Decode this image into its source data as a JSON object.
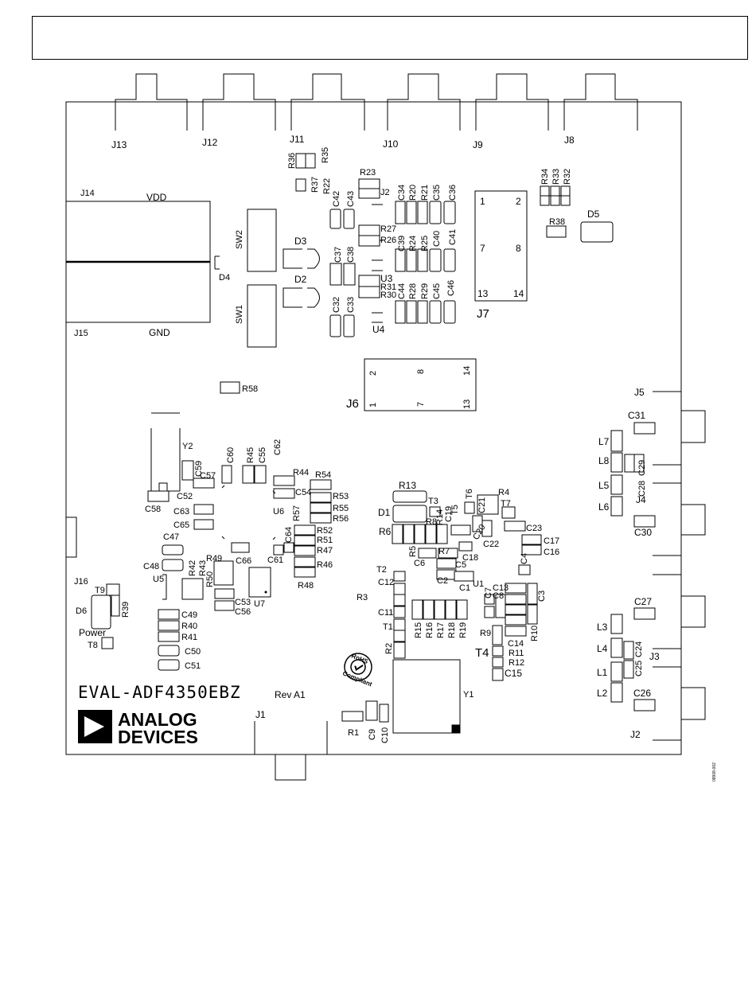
{
  "board": {
    "name": "EVAL-ADF4350EBZ",
    "revision": "Rev A1",
    "logo_line1": "ANALOG",
    "logo_line2": "DEVICES",
    "rohs_line1": "RoHS",
    "rohs_line2": "Compliant",
    "figure_id": "08908-002",
    "power_label": "Power"
  },
  "connectors": {
    "top": [
      "J13",
      "J12",
      "J11",
      "J10",
      "J9",
      "J8"
    ],
    "right": [
      "J5",
      "J4",
      "J3",
      "J2"
    ],
    "bottom": "J1",
    "j14": "J14",
    "j15": "J15",
    "j16": "J16",
    "vdd": "VDD",
    "gnd": "GND"
  },
  "headers": {
    "j7": {
      "name": "J7",
      "pins": [
        "1",
        "2",
        "7",
        "8",
        "13",
        "14"
      ]
    },
    "j6": {
      "name": "J6",
      "pins": [
        "2",
        "8",
        "14",
        "1",
        "7",
        "13"
      ]
    }
  },
  "labels": {
    "R36": "R36",
    "R35": "R35",
    "R37": "R37",
    "R23": "R23",
    "R22": "R22",
    "C42": "C42",
    "C43": "C43",
    "J2i": "J2",
    "C34": "C34",
    "R20": "R20",
    "R21": "R21",
    "C35": "C35",
    "C36": "C36",
    "R34": "R34",
    "R33": "R33",
    "R32": "R32",
    "R38": "R38",
    "D5": "D5",
    "SW2": "SW2",
    "SW1": "SW1",
    "D4": "D4",
    "D3": "D3",
    "D2": "D2",
    "R27": "R27",
    "R26": "R26",
    "C37": "C37",
    "C38": "C38",
    "C39": "C39",
    "R24": "R24",
    "R25": "R25",
    "C40": "C40",
    "C41": "C41",
    "U3": "U3",
    "R31": "R31",
    "R30": "R30",
    "C44": "C44",
    "R28": "R28",
    "R29": "R29",
    "C45": "C45",
    "C46": "C46",
    "C32": "C32",
    "C33": "C33",
    "U4": "U4",
    "R58": "R58",
    "C31": "C31",
    "L7": "L7",
    "L8": "L8",
    "C29": "C29",
    "L5": "L5",
    "C28": "C28",
    "L6": "L6",
    "C30": "C30",
    "Y2": "Y2",
    "C60": "C60",
    "R45": "R45",
    "C55": "C55",
    "C62": "C62",
    "C59": "C59",
    "C57": "C57",
    "R44": "R44",
    "R54": "R54",
    "C52": "C52",
    "C54": "C54",
    "R53": "R53",
    "C58": "C58",
    "U6": "U6",
    "R57": "R57",
    "R55": "R55",
    "C63": "C63",
    "R56": "R56",
    "C65": "C65",
    "R52": "R52",
    "C64": "C64",
    "R51": "R51",
    "C47": "C47",
    "R47": "R47",
    "C61": "C61",
    "R49": "R49",
    "C48": "C48",
    "R42": "R42",
    "R43": "R43",
    "C66": "C66",
    "R46": "R46",
    "U5": "U5",
    "R50": "R50",
    "R48": "R48",
    "C53": "C53",
    "U7": "U7",
    "C56": "C56",
    "T9": "T9",
    "D6": "D6",
    "R39": "R39",
    "C49": "C49",
    "R40": "R40",
    "T8": "T8",
    "R41": "R41",
    "C50": "C50",
    "C51": "C51",
    "R13": "R13",
    "T3": "T3",
    "R4": "R4",
    "T6": "T6",
    "T5": "T5",
    "R14": "R14",
    "C19": "C19",
    "C21": "C21",
    "T7": "T7",
    "D1": "D1",
    "R8": "R8",
    "R6": "R6",
    "C20": "C20",
    "C22": "C22",
    "C23": "C23",
    "R5": "R5",
    "R7": "R7",
    "C18": "C18",
    "C17": "C17",
    "C6": "C6",
    "C5": "C5",
    "C16": "C16",
    "T2": "T2",
    "C2": "C2",
    "C4": "C4",
    "U1": "U1",
    "C1": "C1",
    "C12": "C12",
    "C7": "C7",
    "C13": "C13",
    "C8": "C8",
    "C3": "C3",
    "R3": "R3",
    "C11": "C11",
    "T1": "T1",
    "R15": "R15",
    "R16": "R16",
    "R17": "R17",
    "R18": "R18",
    "R19": "R19",
    "R9": "R9",
    "R10": "R10",
    "C14": "C14",
    "R2": "R2",
    "T4": "T4",
    "R11": "R11",
    "R12": "R12",
    "C15": "C15",
    "C27": "C27",
    "L3": "L3",
    "L4": "L4",
    "C24": "C24",
    "L1": "L1",
    "C25": "C25",
    "L2": "L2",
    "C26": "C26",
    "Y1": "Y1",
    "R1": "R1",
    "C9": "C9",
    "C10": "C10"
  }
}
